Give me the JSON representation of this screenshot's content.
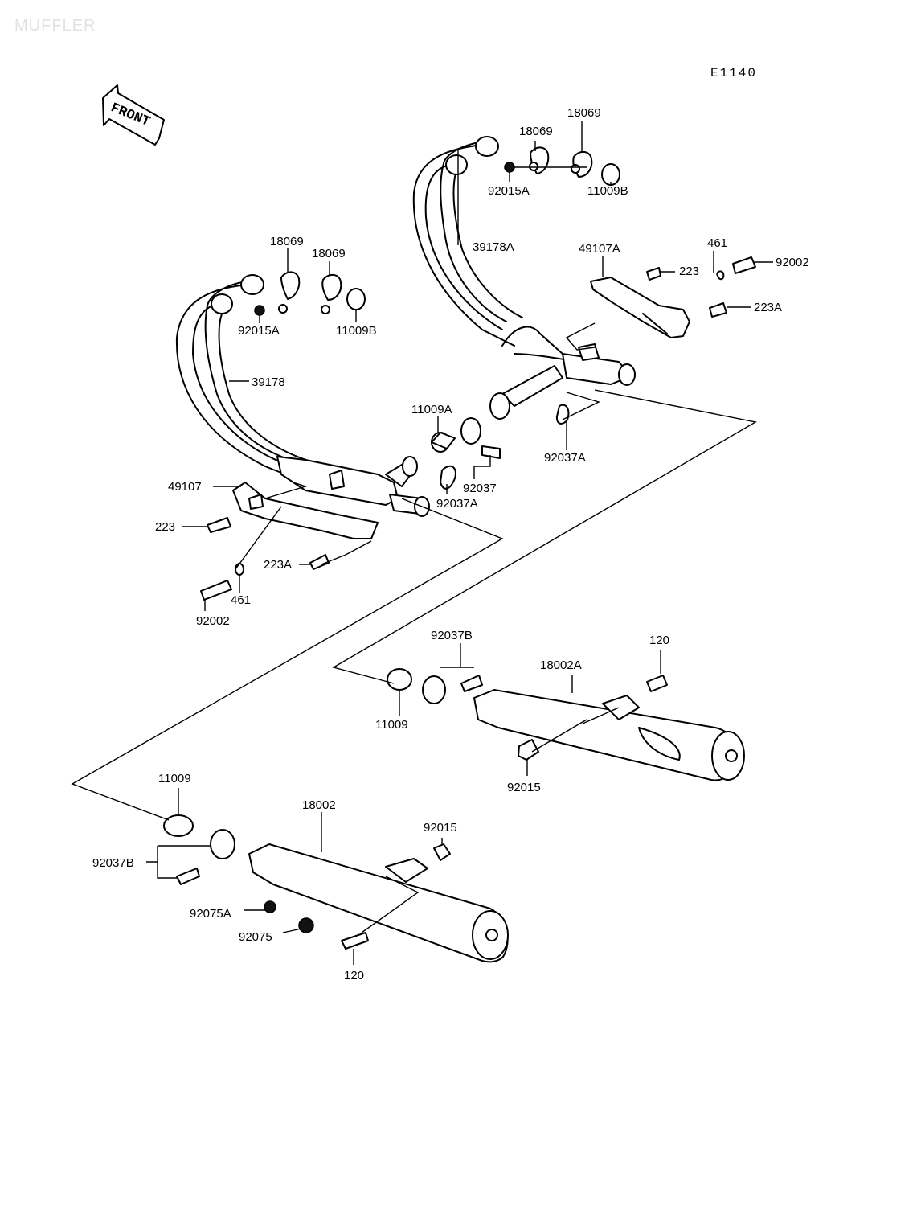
{
  "watermark": "MUFFLER",
  "diagram_code": "E1140",
  "front_label": "FRONT",
  "labels": {
    "l_18069_a": "18069",
    "l_18069_b": "18069",
    "l_18069_c": "18069",
    "l_18069_d": "18069",
    "l_92015A_a": "92015A",
    "l_92015A_b": "92015A",
    "l_11009B_a": "11009B",
    "l_11009B_b": "11009B",
    "l_39178A": "39178A",
    "l_39178": "39178",
    "l_49107A": "49107A",
    "l_49107": "49107",
    "l_461_a": "461",
    "l_461_b": "461",
    "l_92002_a": "92002",
    "l_92002_b": "92002",
    "l_223_a": "223",
    "l_223_b": "223",
    "l_223A_a": "223A",
    "l_223A_b": "223A",
    "l_11009A": "11009A",
    "l_92037": "92037",
    "l_92037A_a": "92037A",
    "l_92037A_b": "92037A",
    "l_92037B_a": "92037B",
    "l_92037B_b": "92037B",
    "l_18002A": "18002A",
    "l_18002": "18002",
    "l_120_a": "120",
    "l_120_b": "120",
    "l_11009_a": "11009",
    "l_11009_b": "11009",
    "l_92015_a": "92015",
    "l_92015_b": "92015",
    "l_92075A": "92075A",
    "l_92075": "92075"
  }
}
